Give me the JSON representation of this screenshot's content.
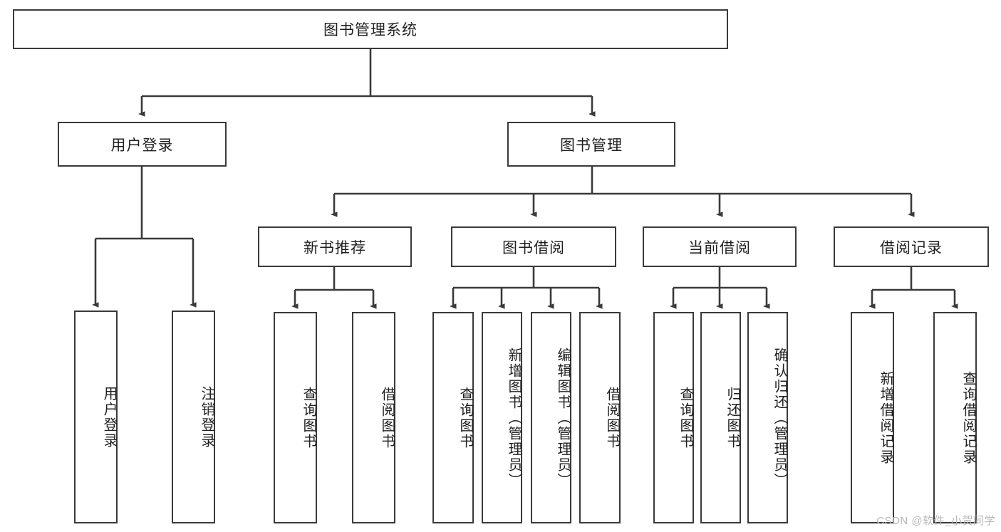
{
  "diagram": {
    "title": "图书管理系统",
    "watermark": "CSDN @软件_小贺同学",
    "colors": {
      "border": "#3a3a3a",
      "background": "#ffffff",
      "text": "#1f1f1f",
      "watermark": "#b8b8b8"
    },
    "root": {
      "label": "图书管理系统",
      "orientation": "horizontal"
    },
    "level2": [
      {
        "label": "用户登录",
        "orientation": "horizontal"
      },
      {
        "label": "图书管理",
        "orientation": "horizontal"
      }
    ],
    "level3": [
      {
        "label": "新书推荐",
        "orientation": "horizontal",
        "parent": "图书管理"
      },
      {
        "label": "图书借阅",
        "orientation": "horizontal",
        "parent": "图书管理"
      },
      {
        "label": "当前借阅",
        "orientation": "horizontal",
        "parent": "图书管理"
      },
      {
        "label": "借阅记录",
        "orientation": "horizontal",
        "parent": "图书管理"
      }
    ],
    "leaves": {
      "用户登录": [
        {
          "label": "用户登录",
          "orientation": "vertical"
        },
        {
          "label": "注销登录",
          "orientation": "vertical"
        }
      ],
      "新书推荐": [
        {
          "label": "查询图书",
          "orientation": "vertical"
        },
        {
          "label": "借阅图书",
          "orientation": "vertical"
        }
      ],
      "图书借阅": [
        {
          "label": "查询图书",
          "orientation": "vertical"
        },
        {
          "label": "新增图书（管理员）",
          "orientation": "vertical"
        },
        {
          "label": "编辑图书（管理员）",
          "orientation": "vertical"
        },
        {
          "label": "借阅图书",
          "orientation": "vertical"
        }
      ],
      "当前借阅": [
        {
          "label": "查询图书",
          "orientation": "vertical"
        },
        {
          "label": "归还图书",
          "orientation": "vertical"
        },
        {
          "label": "确认归还（管理员）",
          "orientation": "vertical"
        }
      ],
      "借阅记录": [
        {
          "label": "新增借阅记录",
          "orientation": "vertical"
        },
        {
          "label": "查询借阅记录",
          "orientation": "vertical"
        }
      ]
    }
  }
}
